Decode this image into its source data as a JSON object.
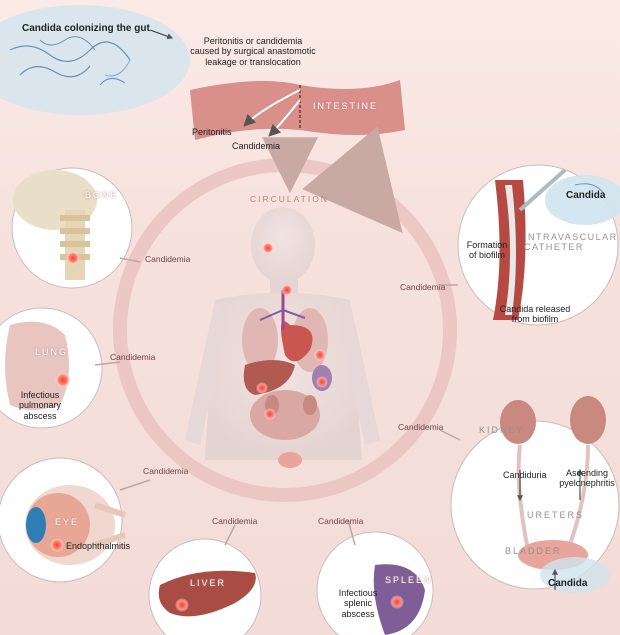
{
  "top": {
    "candida_gut": "Candida colonizing the gut",
    "peritonitis_caption": [
      "Peritonitis or candidemia",
      "caused by surgical anastomotic",
      "leakage or translocation"
    ],
    "intestine": "INTESTINE",
    "peritonitis": "Peritonitis",
    "candidemia": "Candidemia"
  },
  "circulation": "CIRCULATION",
  "bone": {
    "title": "BONE",
    "link": "Candidemia"
  },
  "lung": {
    "title": "LUNG",
    "link": "Candidemia",
    "label": [
      "Infectious",
      "pulmonary",
      "abscess"
    ]
  },
  "eye": {
    "title": "EYE",
    "link": "Candidemia",
    "label": "Endophthalmitis"
  },
  "liver": {
    "title": "LIVER",
    "link": "Candidemia"
  },
  "spleen": {
    "title": "SPLEEN",
    "link": "Candidemia",
    "label": [
      "Infectious",
      "splenic",
      "abscess"
    ]
  },
  "catheter": {
    "title": [
      "INTRAVASCULAR",
      "CATHETER"
    ],
    "candida": "Candida",
    "formation": [
      "Formation",
      "of biofilm"
    ],
    "released": [
      "Candida released",
      "from biofilm"
    ],
    "link": "Candidemia"
  },
  "kidney": {
    "title": "KIDNEY",
    "candiduria": "Candiduria",
    "ascending": [
      "Ascending",
      "pyelonephritis"
    ],
    "ureters": "URETERS",
    "bladder": "BLADDER",
    "candida": "Candida",
    "link": "Candidemia"
  },
  "colors": {
    "circle_ring": "#e8b8b4",
    "organ_panel": "#ffffff",
    "flesh": "#e7c2bd",
    "red_organ": "#c9564f",
    "liver": "#a94c44",
    "spleen": "#7f5d96",
    "bone": "#e8ddc4"
  }
}
